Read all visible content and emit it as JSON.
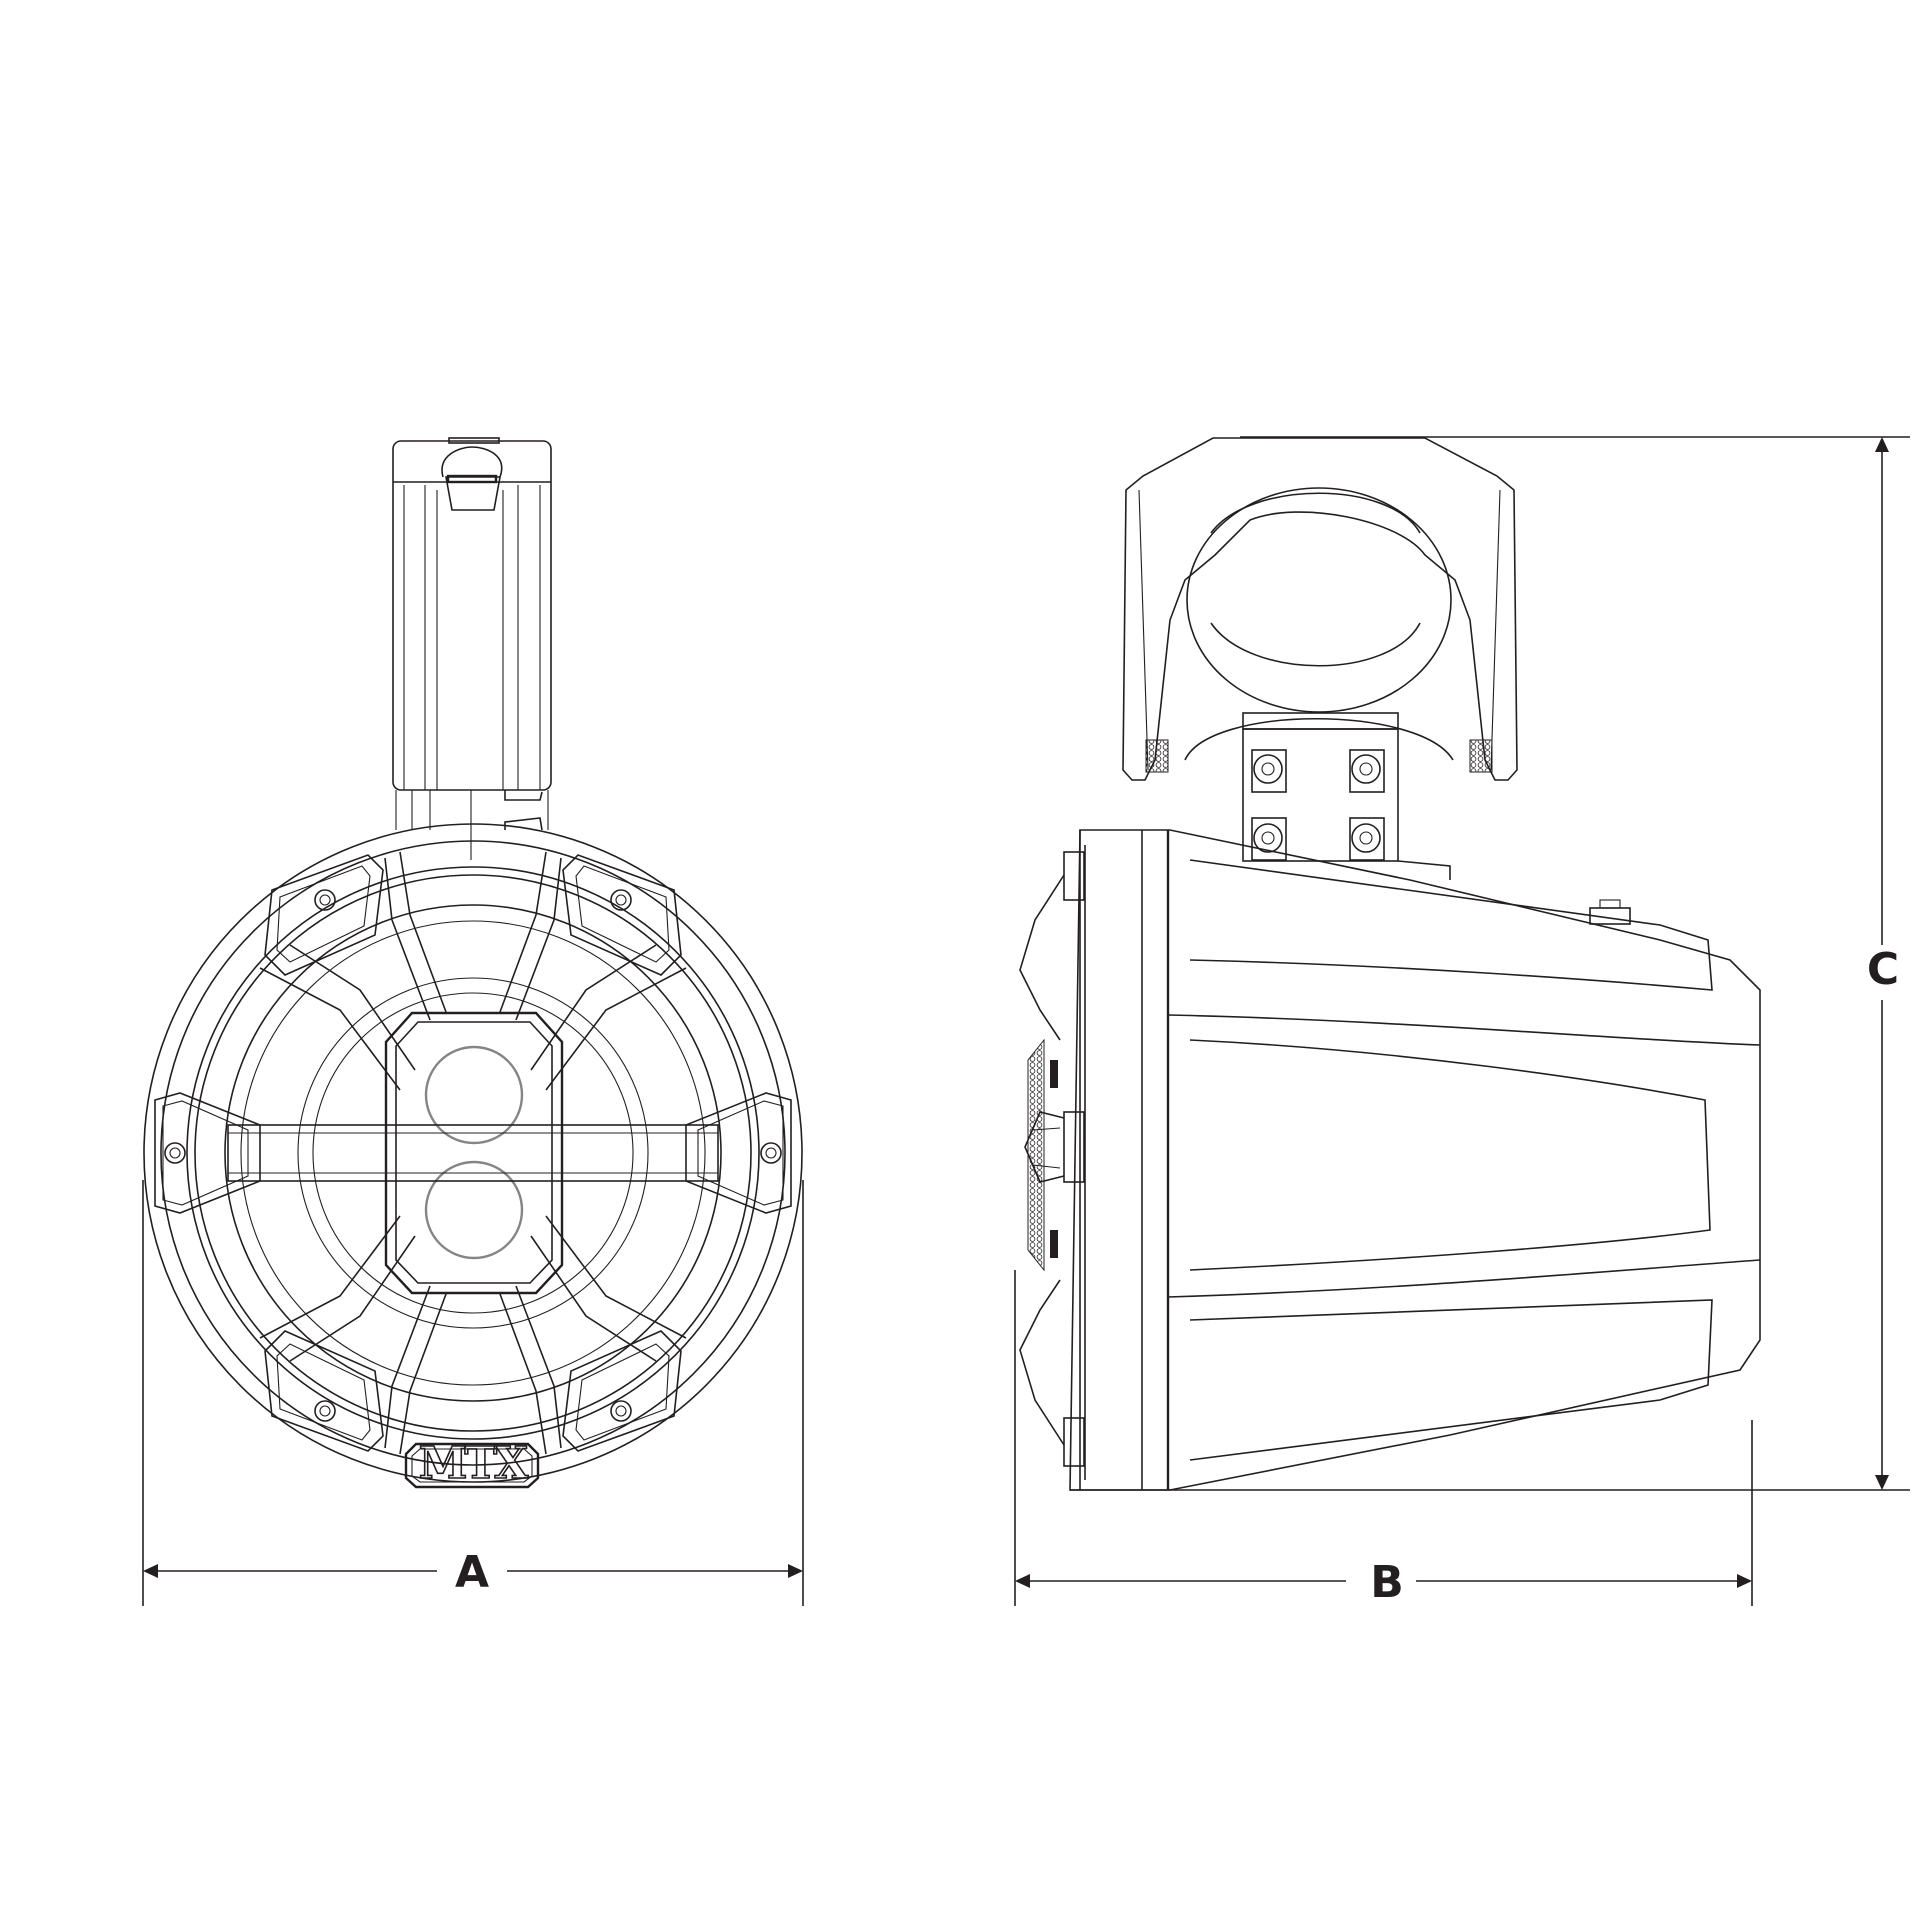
{
  "drawing": {
    "subject": "Wake tower speaker dimension drawing",
    "views": [
      {
        "name": "front",
        "description": "Front view of speaker with clamp mount above"
      },
      {
        "name": "side",
        "description": "Side view of speaker pod with tower clamp"
      }
    ],
    "brand_logo": "MTX",
    "colors": {
      "line": "#231f20",
      "background": "#ffffff"
    }
  },
  "dimensions": {
    "A": {
      "label": "A",
      "orientation": "horizontal",
      "measures": "front view overall width"
    },
    "B": {
      "label": "B",
      "orientation": "horizontal",
      "measures": "side view overall depth"
    },
    "C": {
      "label": "C",
      "orientation": "vertical",
      "measures": "overall height including clamp"
    }
  }
}
